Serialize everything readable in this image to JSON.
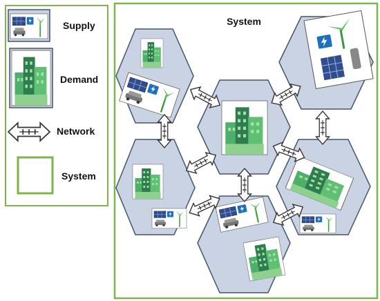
{
  "legend": {
    "supply_label": "Supply",
    "demand_label": "Demand",
    "network_label": "Network",
    "system_label": "System"
  },
  "system": {
    "title": "System"
  },
  "colors": {
    "frame_green": "#7ab648",
    "hex_fill": "#c9d3e3",
    "hex_stroke": "#44546a",
    "building_dark": "#2e7d4f",
    "building_mid": "#4caf6a",
    "building_light": "#8fd08f",
    "arrow_fill": "#ffffff",
    "arrow_stroke": "#333333"
  },
  "icons": [
    "solar-panel-icon",
    "wind-turbine-icon",
    "battery-icon",
    "ev-charger-icon",
    "building-icon",
    "power-line-icon"
  ]
}
